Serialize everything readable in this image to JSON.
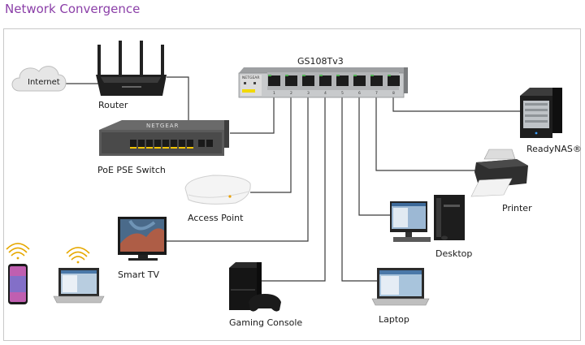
{
  "page": {
    "title": "Network Convergence"
  },
  "switch": {
    "model": "GS108Tv3",
    "brand": "NETGEAR",
    "port_numbers": [
      "1",
      "2",
      "3",
      "4",
      "5",
      "6",
      "7",
      "8"
    ]
  },
  "poe_switch": {
    "brand": "NETGEAR"
  },
  "cloud": {
    "label": "Internet"
  },
  "devices": {
    "router": "Router",
    "poe_pse_switch": "PoE PSE Switch",
    "access_point": "Access Point",
    "smart_tv": "Smart TV",
    "gaming_console": "Gaming Console",
    "laptop": "Laptop",
    "desktop": "Desktop",
    "printer": "Printer",
    "readynas": "ReadyNAS®"
  },
  "colors": {
    "title": "#8b3fa8",
    "cable": "#3a3a3a",
    "port_led": "#f2c400"
  }
}
